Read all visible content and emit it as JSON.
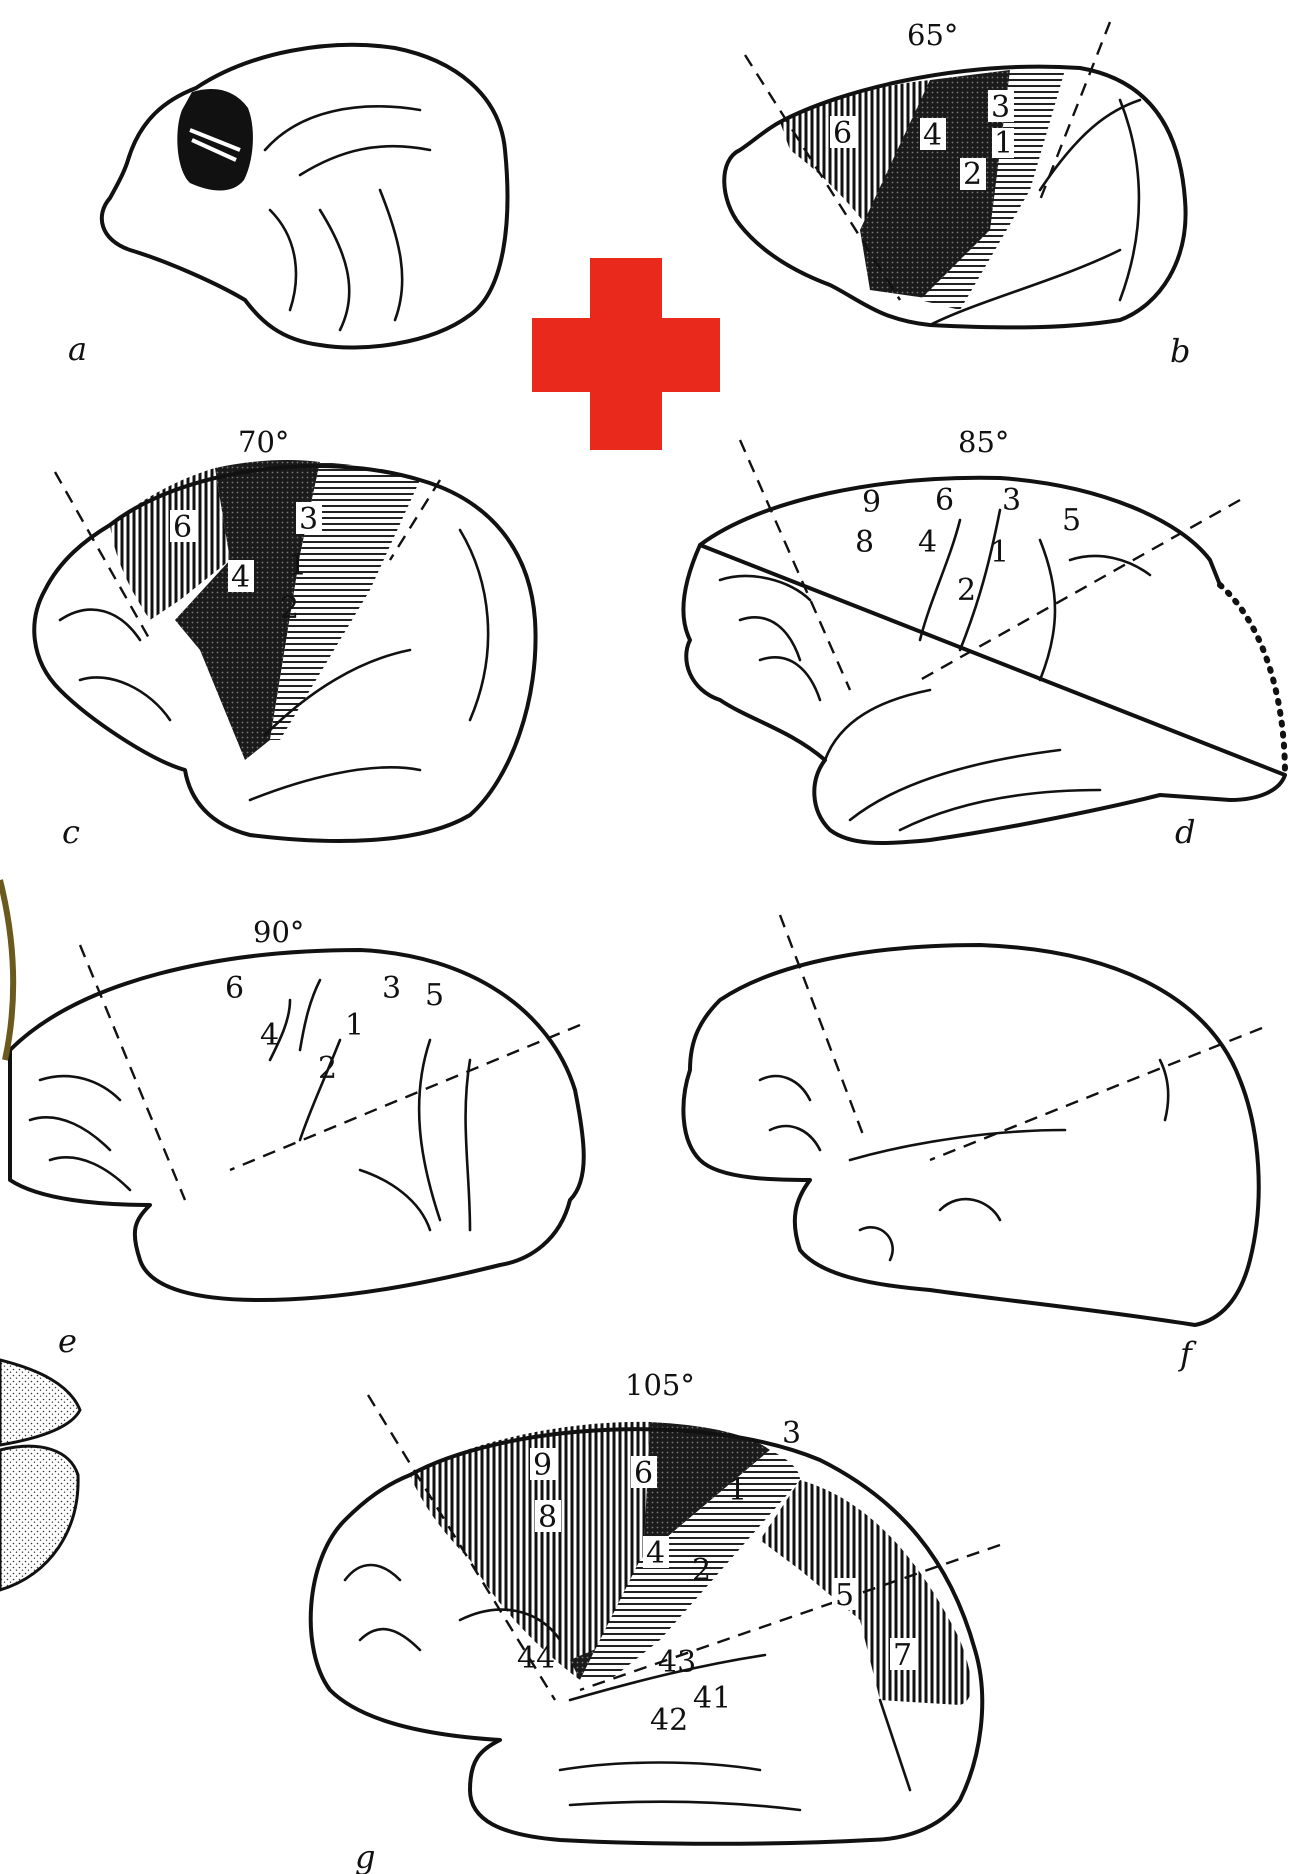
{
  "colors": {
    "cross": "#e8291c",
    "ink": "#111111",
    "paper": "#ffffff",
    "dark_fill": "#1a1a1a",
    "mid_fill": "#6e6e6e",
    "light_fill": "#bdbdbd"
  },
  "panels": {
    "a": {
      "letter": "a"
    },
    "b": {
      "letter": "b",
      "angle": "65°",
      "areas": [
        "6",
        "4",
        "3",
        "1",
        "2"
      ]
    },
    "c": {
      "letter": "c",
      "angle": "70°",
      "areas": [
        "6",
        "3",
        "4",
        "1",
        "2"
      ]
    },
    "d": {
      "letter": "d",
      "angle": "85°",
      "areas": [
        "9",
        "6",
        "3",
        "5",
        "8",
        "4",
        "1",
        "2"
      ]
    },
    "e": {
      "letter": "e",
      "angle": "90°",
      "areas": [
        "6",
        "3",
        "5",
        "4",
        "1",
        "2"
      ]
    },
    "f": {
      "letter": "f"
    },
    "g": {
      "letter": "g",
      "angle": "105°",
      "areas": [
        "9",
        "6",
        "3",
        "8",
        "1",
        "4",
        "2",
        "5",
        "44",
        "43",
        "41",
        "42",
        "7"
      ]
    }
  },
  "icons": {
    "cross": "plus-cross-icon"
  }
}
